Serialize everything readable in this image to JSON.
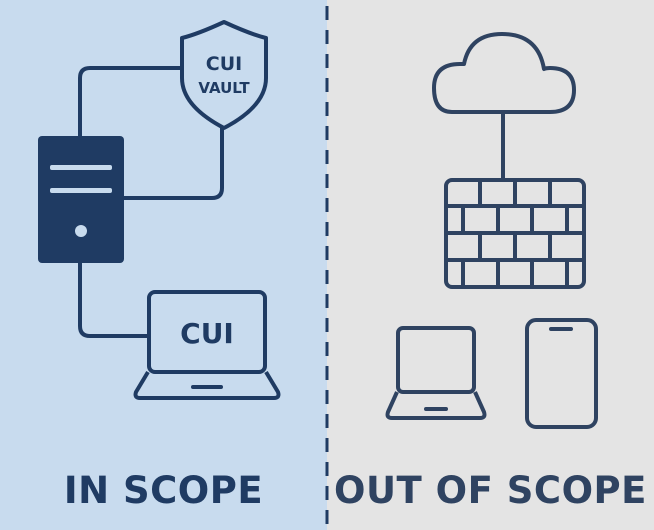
{
  "left": {
    "label": "IN SCOPE",
    "vault_line1": "CUI",
    "vault_line2": "VAULT",
    "laptop_text": "CUI"
  },
  "right": {
    "label": "OUT OF SCOPE"
  },
  "icons": [
    "shield-icon",
    "server-icon",
    "laptop-icon",
    "cloud-icon",
    "firewall-icon",
    "smartphone-icon"
  ],
  "colors": {
    "in_scope_bg": "#c8dbee",
    "out_scope_bg": "#e4e4e4",
    "stroke": "#1f3b63",
    "text": "#1f3b63"
  }
}
